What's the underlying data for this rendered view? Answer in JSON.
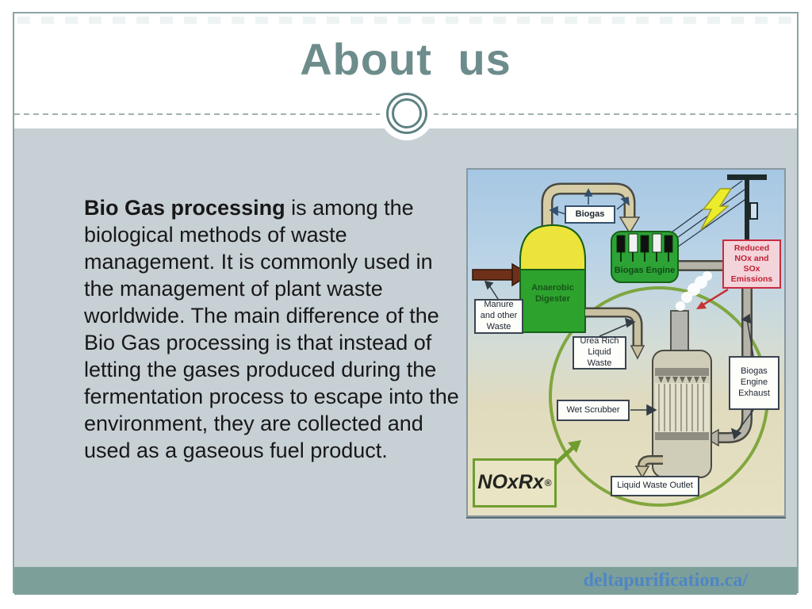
{
  "slide": {
    "title": "About us",
    "body": {
      "lead_bold": "Bio Gas processing",
      "rest": " is among the biological methods of waste management. It is commonly used in the management of plant waste worldwide. The main difference of the Bio Gas processing is that instead of letting the gases produced during the fermentation process to escape into the environment, they are collected and used as a gaseous fuel product."
    },
    "footer": {
      "website": "deltapurification.ca/"
    }
  },
  "diagram": {
    "labels": {
      "biogas": "Biogas",
      "manure": "Manure and other Waste",
      "digester": "Anaerobic Digester",
      "engine": "Biogas Engine",
      "urea": "Urea Rich Liquid Waste",
      "wet_scrubber": "Wet Scrubber",
      "outlet": "Liquid Waste Outlet",
      "exhaust": "Biogas Engine Exhaust",
      "emissions": "Reduced NOx and SOx Emissions",
      "brand": "NOxRx",
      "brand_mark": "®"
    },
    "colors": {
      "digester_green": "#2da32d",
      "dome_yellow": "#ece43a",
      "engine_green": "#2da336",
      "cycle_circle_green": "#76a12f",
      "emissions_red": "#c82a40",
      "lightning_yellow": "#ecec2a",
      "pipe_beige": "#d6cda6",
      "pipe_gray": "#b5b3a8"
    }
  },
  "colors": {
    "accent_teal": "#6d8c8c",
    "content_bg": "#c7d0d5",
    "footer_bg": "#7d9f99",
    "footer_link_blue": "#4e86c5",
    "frame_border": "#8ba3a3",
    "ornament_ring": "#5e8282"
  }
}
